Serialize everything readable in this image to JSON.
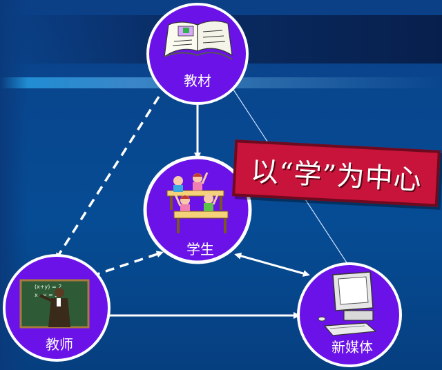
{
  "diagram": {
    "nodes": {
      "textbook": {
        "label": "教材"
      },
      "student": {
        "label": "学生"
      },
      "teacher": {
        "label": "教师"
      },
      "new_media": {
        "label": "新媒体"
      }
    },
    "slogan": "以“学”为中心"
  },
  "colors": {
    "node_fill": "#6a12e8",
    "node_border": "#ffffff",
    "slogan_fill": "#c8143a",
    "arrow": "#ffffff"
  },
  "icons": {
    "textbook": "open-book-icon",
    "student": "classroom-students-icon",
    "teacher": "teacher-blackboard-icon",
    "new_media": "computer-icon"
  }
}
